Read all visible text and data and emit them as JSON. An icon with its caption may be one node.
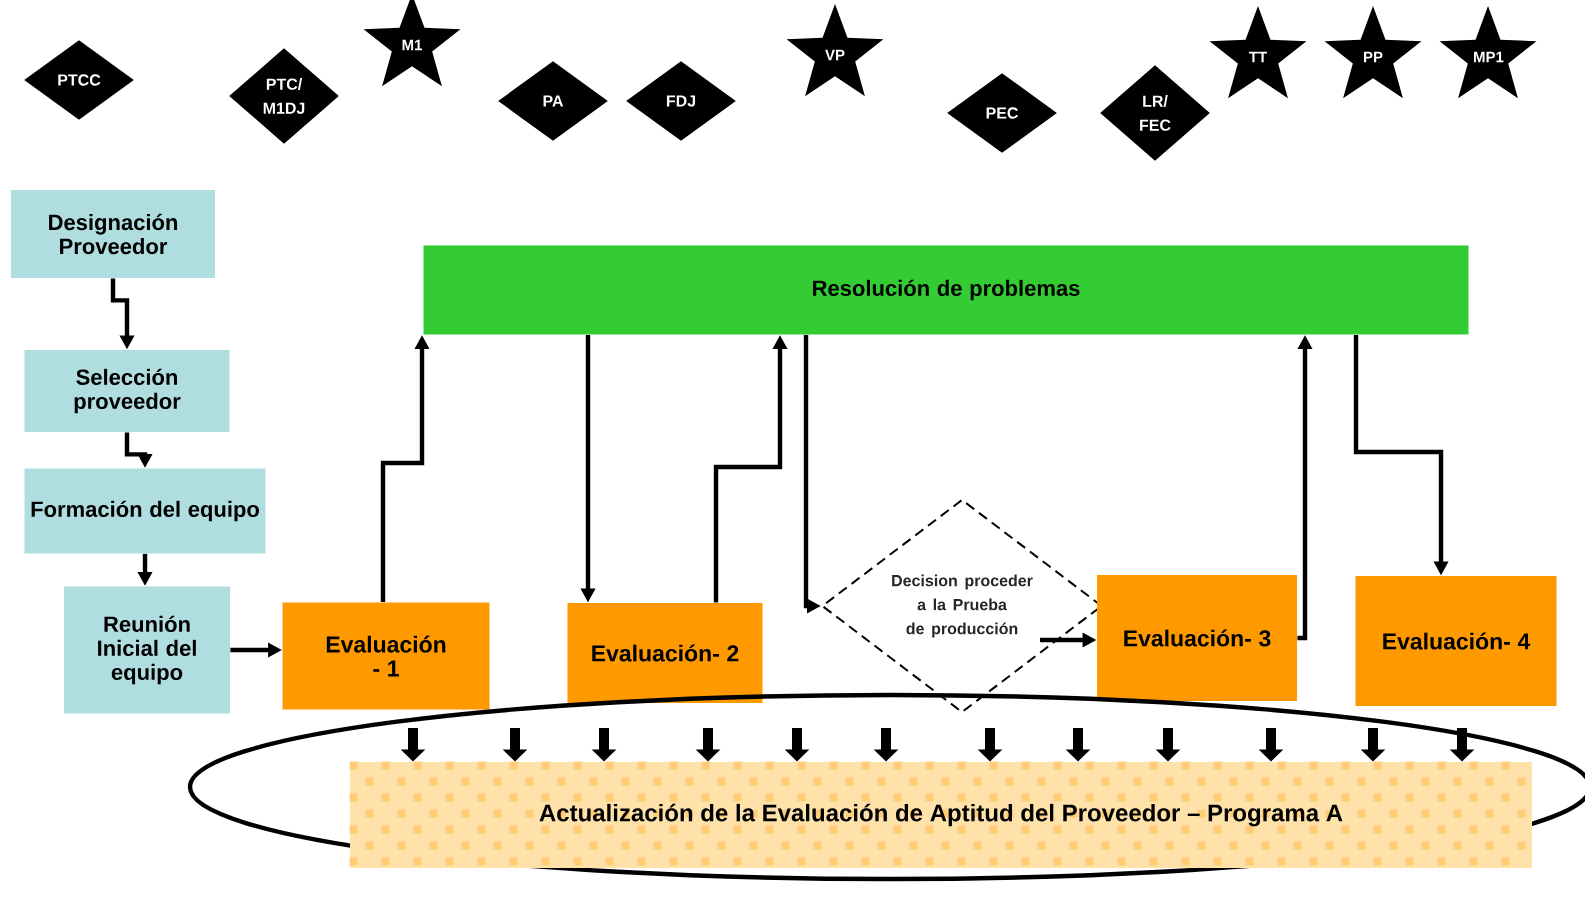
{
  "diagram": {
    "nodes": [
      {
        "text": [
          "PTCC"
        ]
      },
      {
        "text": [
          "PTC/ M1DJ"
        ]
      },
      {
        "text": [
          "M1"
        ]
      },
      {
        "text": [
          "PA"
        ]
      },
      {
        "text": [
          "FDJ"
        ]
      },
      {
        "text": [
          "VP"
        ]
      },
      {
        "text": [
          "PEC"
        ]
      },
      {
        "text": [
          "LR/ FEC"
        ]
      },
      {
        "text": [
          "TT"
        ]
      },
      {
        "text": [
          "PP"
        ]
      },
      {
        "text": [
          "MP1"
        ]
      },
      {
        "text": [
          "Designación Proveedor"
        ]
      },
      {
        "text": [
          "Selección proveedor"
        ]
      },
      {
        "text": [
          "Formación del equipo"
        ]
      },
      {
        "text": [
          "Reunión Inicial del equipo"
        ]
      },
      {
        "text": [
          "Resolución de problemas"
        ]
      },
      {
        "text": [
          "Evaluación - 1"
        ]
      },
      {
        "text": [
          "Evaluación- 2"
        ]
      },
      {
        "text": [
          "Decision proceder a la Prueba de producción"
        ]
      },
      {
        "text": [
          "Evaluación- 3"
        ]
      },
      {
        "text": [
          "Evaluación- 4"
        ]
      },
      {
        "text": [],
        "shape": "ellipse"
      },
      {
        "text": [
          "Actualización de la Evaluación de Aptitud del Proveedor – Programa A"
        ],
        "in": 21
      }
    ],
    "edges": [
      {
        "from": 11,
        "to": 12,
        "arrow": "to"
      },
      {
        "from": 12,
        "to": 13,
        "arrow": "to"
      },
      {
        "from": 13,
        "to": 14,
        "arrow": "to"
      },
      {
        "from": 14,
        "to": 16,
        "arrow": "to"
      },
      {
        "from": 16,
        "to": 15,
        "arrow": "to"
      },
      {
        "from": 15,
        "to": 17,
        "arrow": "to"
      },
      {
        "from": 17,
        "to": 15,
        "arrow": "to"
      },
      {
        "from": 15,
        "to": 18,
        "arrow": "to"
      },
      {
        "from": 18,
        "to": 19,
        "arrow": "to"
      },
      {
        "from": 19,
        "to": 15,
        "arrow": "to"
      },
      {
        "from": 15,
        "to": 20,
        "arrow": "to"
      },
      {
        "from": null,
        "to": 22,
        "arrow": "to"
      },
      {
        "from": null,
        "to": 22,
        "arrow": "to"
      },
      {
        "from": null,
        "to": 22,
        "arrow": "to"
      },
      {
        "from": null,
        "to": 22,
        "arrow": "to"
      },
      {
        "from": null,
        "to": 22,
        "arrow": "to"
      },
      {
        "from": null,
        "to": 22,
        "arrow": "to"
      },
      {
        "from": null,
        "to": 22,
        "arrow": "to"
      },
      {
        "from": null,
        "to": 22,
        "arrow": "to"
      },
      {
        "from": null,
        "to": 22,
        "arrow": "to"
      },
      {
        "from": null,
        "to": 22,
        "arrow": "to"
      },
      {
        "from": null,
        "to": 22,
        "arrow": "to"
      },
      {
        "from": null,
        "to": 22,
        "arrow": "to"
      }
    ]
  }
}
